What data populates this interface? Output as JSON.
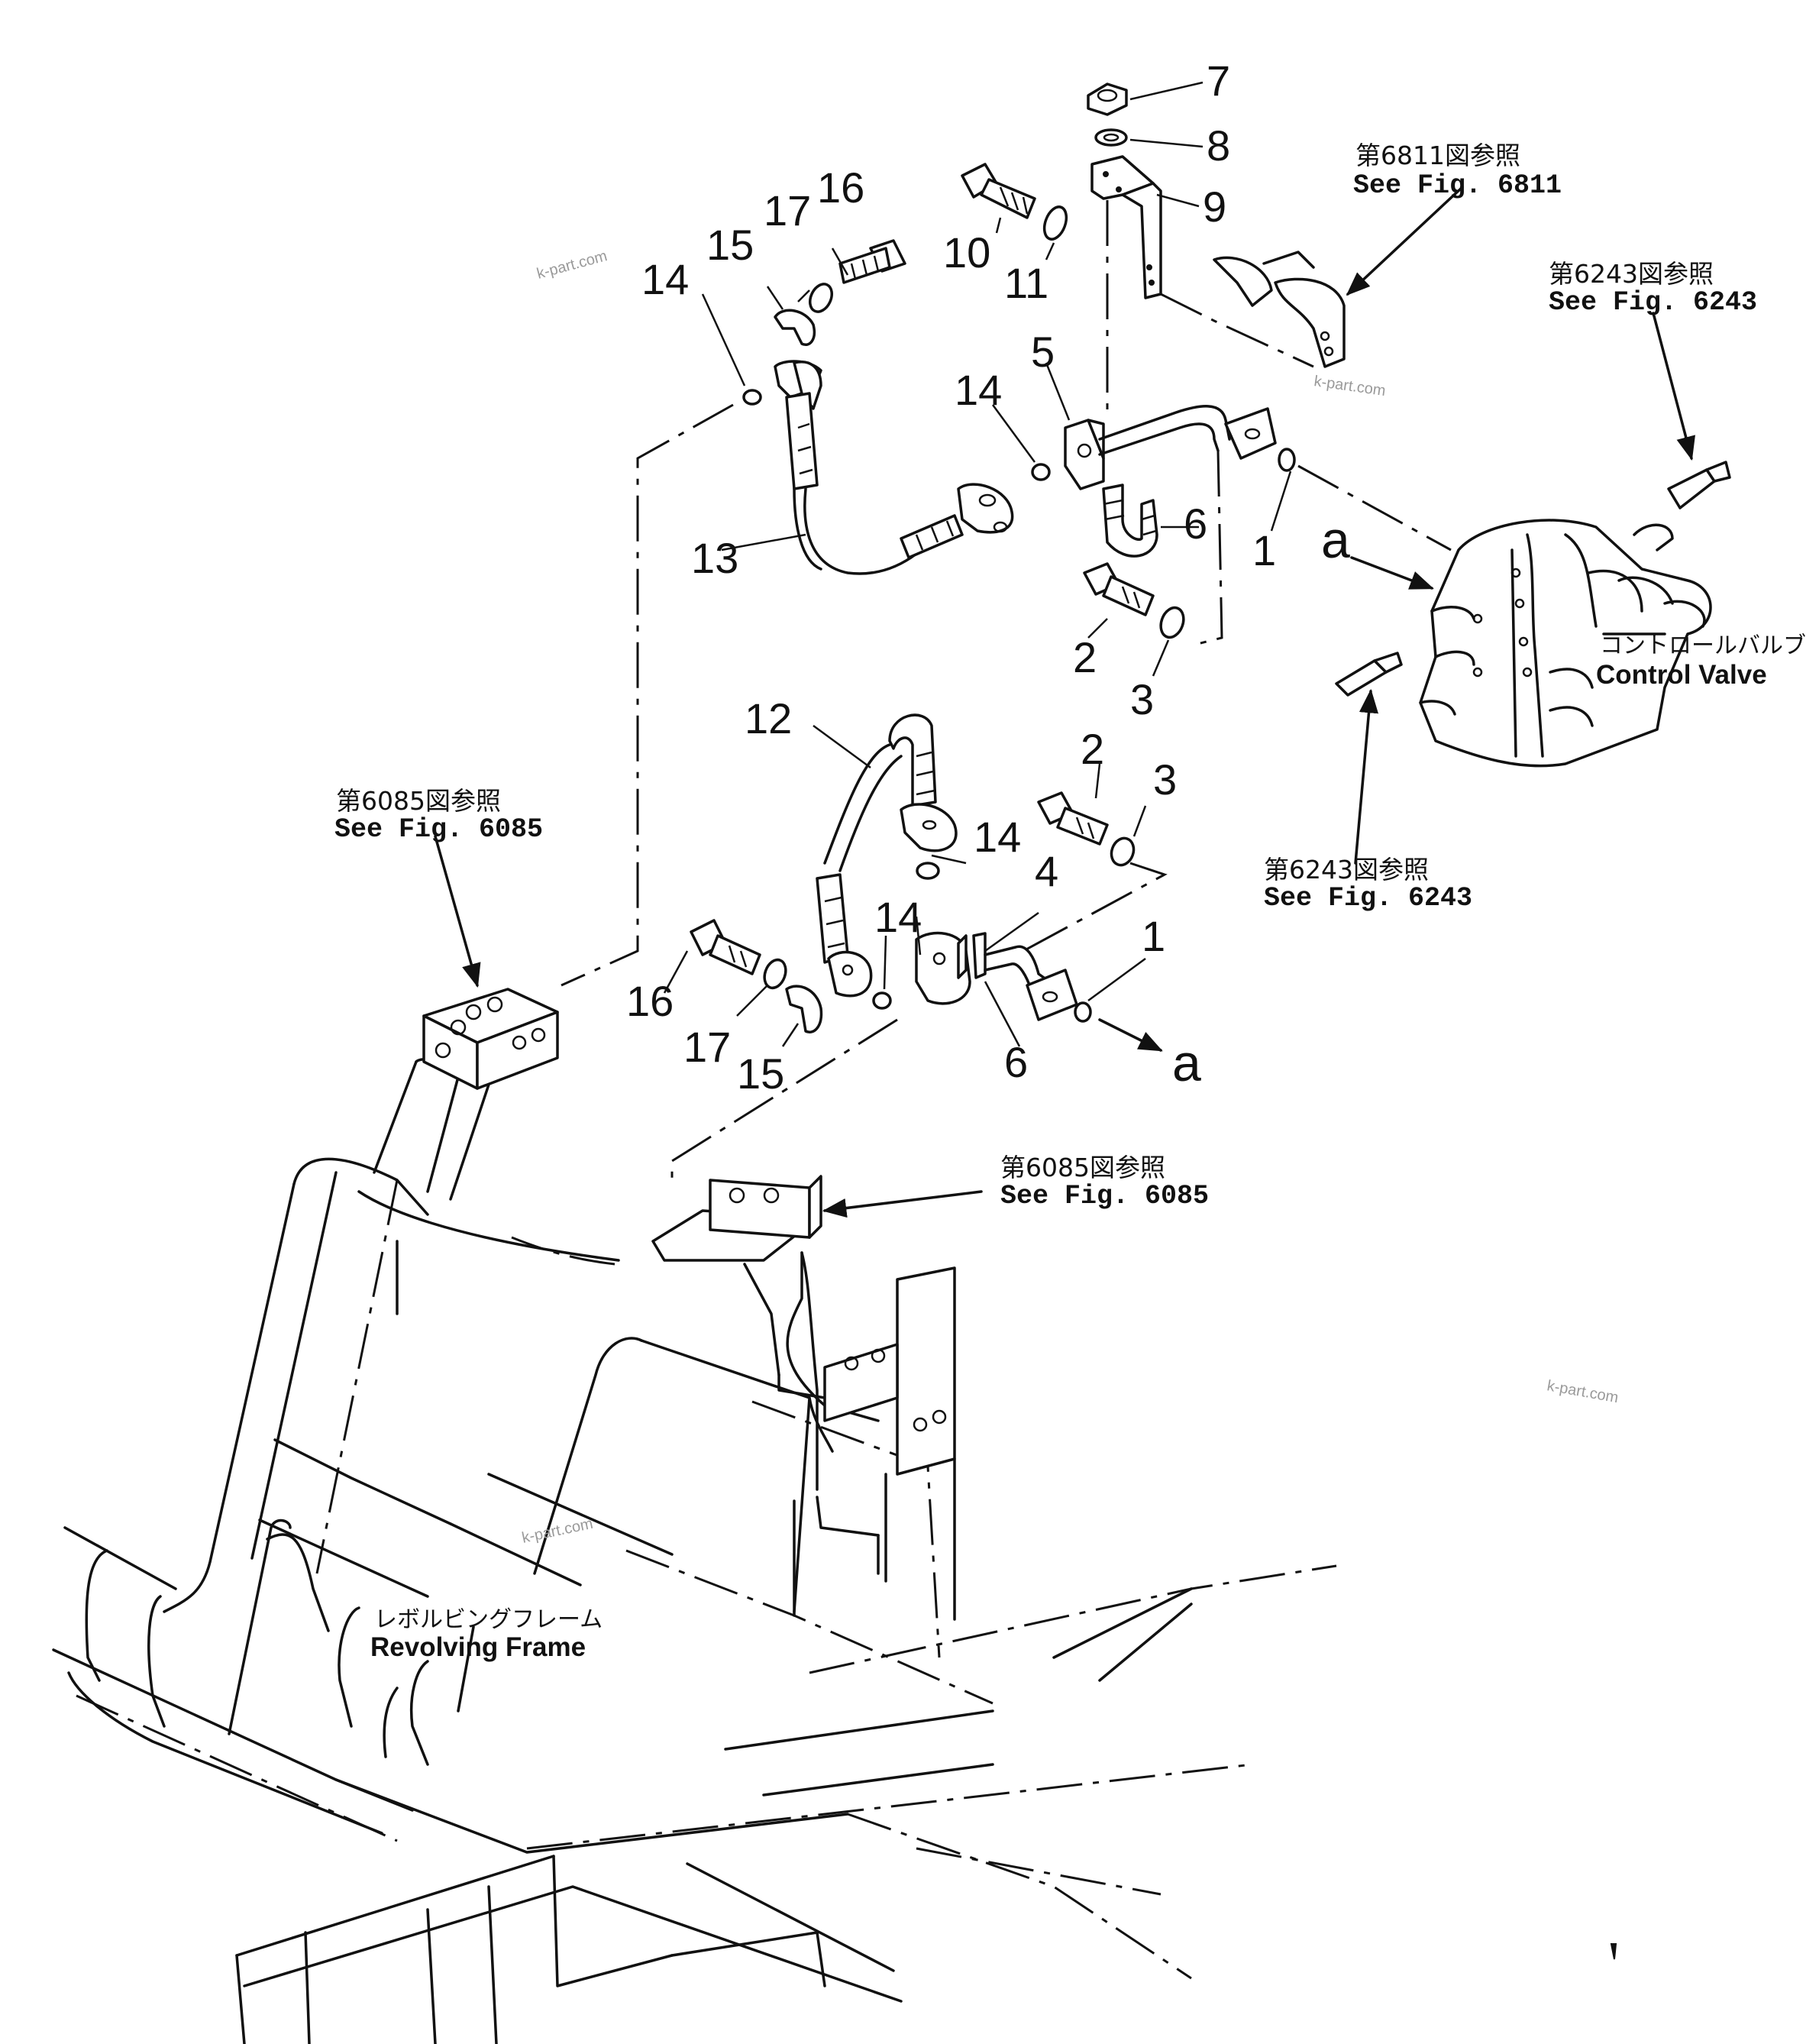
{
  "part_numbers": {
    "n7": "7",
    "n8": "8",
    "n9": "9",
    "n10": "10",
    "n11": "11",
    "n16a": "16",
    "n17a": "17",
    "n15a": "15",
    "n14a": "14",
    "n5": "5",
    "n14b": "14",
    "n6a": "6",
    "n1a": "1",
    "n13": "13",
    "n2a": "2",
    "n3a": "3",
    "n12": "12",
    "n2b": "2",
    "n3b": "3",
    "n14c": "14",
    "n4": "4",
    "n14d": "14",
    "n1b": "1",
    "n16b": "16",
    "n17b": "17",
    "n15b": "15",
    "n6b": "6"
  },
  "references": {
    "fig6811": {
      "jp": "第6811図参照",
      "en": "See Fig. 6811"
    },
    "fig6243_top": {
      "jp": "第6243図参照",
      "en": "See Fig. 6243"
    },
    "fig6243_bottom": {
      "jp": "第6243図参照",
      "en": "See Fig. 6243"
    },
    "fig6085_left": {
      "jp": "第6085図参照",
      "en": "See Fig. 6085"
    },
    "fig6085_center": {
      "jp": "第6085図参照",
      "en": "See Fig. 6085"
    }
  },
  "components": {
    "control_valve": {
      "jp": "コントロールバルブ",
      "en": "Control Valve"
    },
    "revolving_frame": {
      "jp": "レボルビングフレーム",
      "en": "Revolving Frame"
    }
  },
  "markers": {
    "a_top": "a",
    "a_bottom": "a"
  },
  "watermarks": {
    "w1": "k-part.com",
    "w2": "k-part.com",
    "w3": "k-part.com",
    "w4": "k-part.com"
  }
}
